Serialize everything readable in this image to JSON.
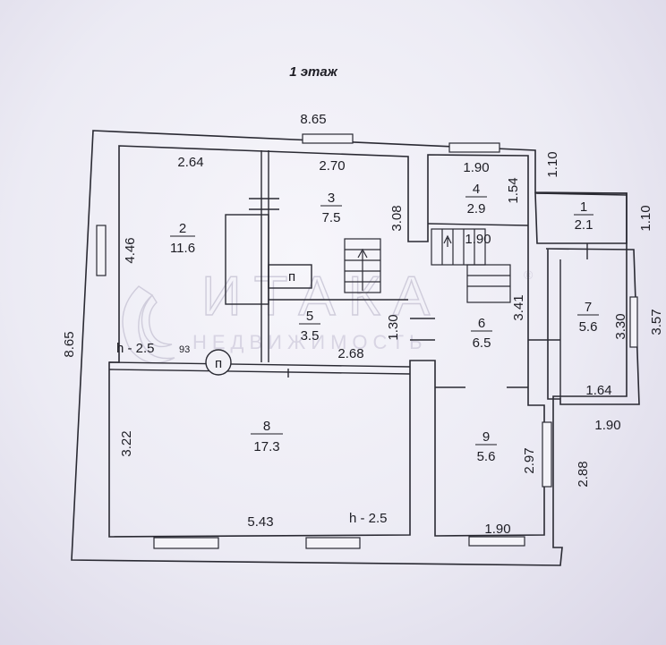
{
  "title": "1 этаж",
  "overall_dimensions": {
    "top": "8.65",
    "left": "8.65",
    "right_upper_1": "1.10",
    "right_upper_2": "1.10",
    "right_middle": "3.57",
    "right_lower": "2.88",
    "step_bottom": "1.90"
  },
  "rooms": [
    {
      "number": "1",
      "area": "2.1"
    },
    {
      "number": "2",
      "area": "11.6"
    },
    {
      "number": "3",
      "area": "7.5"
    },
    {
      "number": "4",
      "area": "2.9"
    },
    {
      "number": "5",
      "area": "3.5"
    },
    {
      "number": "6",
      "area": "6.5"
    },
    {
      "number": "7",
      "area": "5.6"
    },
    {
      "number": "8",
      "area": "17.3"
    },
    {
      "number": "9",
      "area": "5.6"
    }
  ],
  "inner_dimensions": {
    "r2_width": "2.64",
    "r2_height": "4.46",
    "r3_width": "2.70",
    "r3_height": "3.08",
    "r4_width": "1.90",
    "r4_height": "1.54",
    "r6_width": "1.90",
    "r6_height": "3.41",
    "r5_width": "2.68",
    "r5_height": "1.30",
    "r7_height": "3.30",
    "r7_width": "1.64",
    "r8_width": "5.43",
    "r8_height": "3.22",
    "r9_height": "2.97",
    "r9_width": "1.90",
    "ceiling_left": "h - 2.5",
    "ceiling_bottom": "h - 2.5",
    "stove_label": "п",
    "stove_symbol": "п",
    "partial_mark": "93"
  },
  "watermark": {
    "brand": "ИТАКА",
    "reg": "®",
    "subtitle": "НЕДВИЖИМОСТЬ"
  }
}
